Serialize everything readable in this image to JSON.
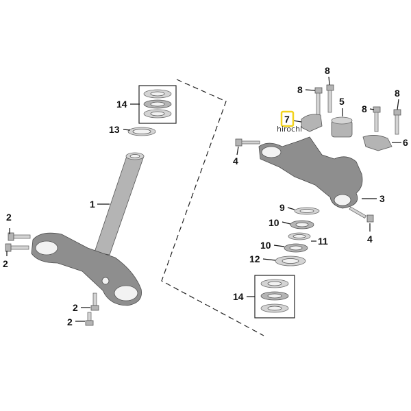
{
  "callouts": {
    "c1": "1",
    "c2a": "2",
    "c2b": "2",
    "c2c": "2",
    "c2d": "2",
    "c3": "3",
    "c4a": "4",
    "c4b": "4",
    "c5": "5",
    "c6": "6",
    "c7": "7",
    "c8a": "8",
    "c8b": "8",
    "c8c": "8",
    "c8d": "8",
    "c9": "9",
    "c10a": "10",
    "c10b": "10",
    "c11": "11",
    "c12": "12",
    "c13": "13",
    "c14a": "14",
    "c14b": "14"
  },
  "watermark": "hirochi",
  "colors": {
    "highlight": "#f2d21b",
    "part": "#a8a8a8",
    "line": "#111111"
  }
}
